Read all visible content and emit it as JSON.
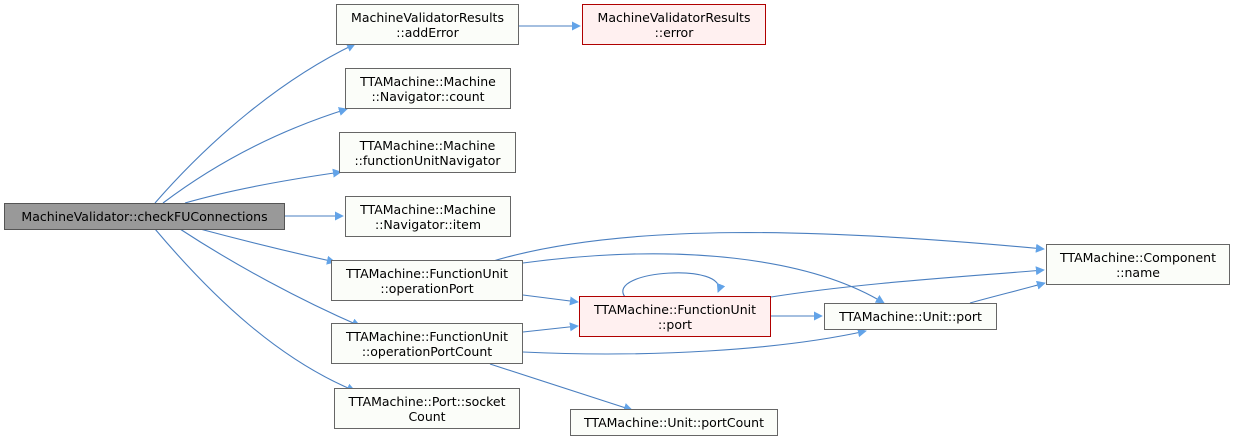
{
  "colors": {
    "edge": "#4a7fc0",
    "arrow": "#62a3e8",
    "node_border": "#666666",
    "node_fill": "#fbfdf9",
    "root_fill": "#999999",
    "error_border": "#b00000",
    "error_fill": "#fff0f0"
  },
  "nodes": {
    "root": {
      "line1": "MachineValidator::checkFUConnections"
    },
    "addError": {
      "line1": "MachineValidatorResults",
      "line2": "::addError"
    },
    "error": {
      "line1": "MachineValidatorResults",
      "line2": "::error"
    },
    "count": {
      "line1": "TTAMachine::Machine",
      "line2": "::Navigator::count"
    },
    "funcUnitNav": {
      "line1": "TTAMachine::Machine",
      "line2": "::functionUnitNavigator"
    },
    "item": {
      "line1": "TTAMachine::Machine",
      "line2": "::Navigator::item"
    },
    "operationPort": {
      "line1": "TTAMachine::FunctionUnit",
      "line2": "::operationPort"
    },
    "operationPortCount": {
      "line1": "TTAMachine::FunctionUnit",
      "line2": "::operationPortCount"
    },
    "socketCount": {
      "line1": "TTAMachine::Port::socket",
      "line2": "Count"
    },
    "fuPort": {
      "line1": "TTAMachine::FunctionUnit",
      "line2": "::port"
    },
    "componentName": {
      "line1": "TTAMachine::Component",
      "line2": "::name"
    },
    "unitPort": {
      "line1": "TTAMachine::Unit::port"
    },
    "unitPortCount": {
      "line1": "TTAMachine::Unit::portCount"
    }
  }
}
